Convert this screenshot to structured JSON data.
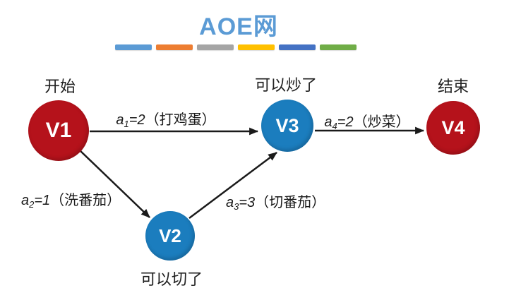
{
  "title": "AOE网",
  "colors": {
    "title": "#5B9BD5",
    "node_red": "#B5121B",
    "node_blue": "#1B7DBE",
    "arrow": "#1A1A1A",
    "text": "#1A1A1A",
    "background": "#FFFFFF",
    "divider_bars": [
      "#5B9BD5",
      "#ED7D31",
      "#A5A5A5",
      "#FFC000",
      "#4472C4",
      "#70AD47"
    ]
  },
  "nodes": [
    {
      "id": "V1",
      "label": "V1",
      "caption": "开始",
      "color": "red"
    },
    {
      "id": "V2",
      "label": "V2",
      "caption": "可以切了",
      "color": "blue"
    },
    {
      "id": "V3",
      "label": "V3",
      "caption": "可以炒了",
      "color": "blue"
    },
    {
      "id": "V4",
      "label": "V4",
      "caption": "结束",
      "color": "red"
    }
  ],
  "edges": [
    {
      "from": "V1",
      "to": "V3",
      "var": "a",
      "sub": "1",
      "value": "=2",
      "note": "（打鸡蛋）"
    },
    {
      "from": "V1",
      "to": "V2",
      "var": "a",
      "sub": "2",
      "value": "=1",
      "note": "（洗番茄）"
    },
    {
      "from": "V2",
      "to": "V3",
      "var": "a",
      "sub": "3",
      "value": "=3",
      "note": "（切番茄）"
    },
    {
      "from": "V3",
      "to": "V4",
      "var": "a",
      "sub": "4",
      "value": "=2",
      "note": "（炒菜）"
    }
  ]
}
